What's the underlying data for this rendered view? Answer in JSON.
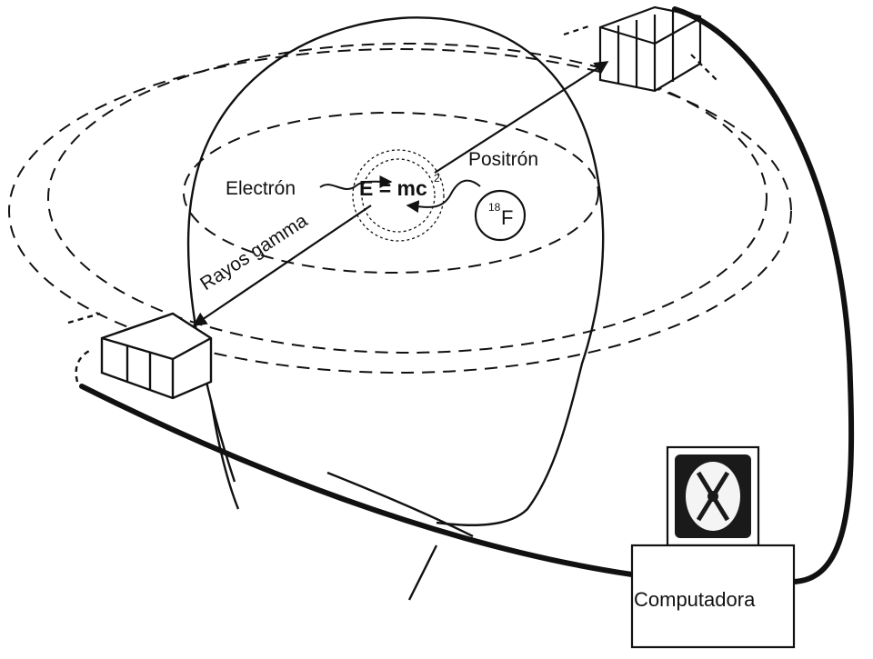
{
  "labels": {
    "electron": "Electrón",
    "positron": "Positrón",
    "equation": "E = mc",
    "equation_exponent": "2",
    "isotope_mass": "18",
    "isotope_symbol": "F",
    "gamma_rays": "Rayos gamma",
    "computer": "Computadora"
  },
  "colors": {
    "ink": "#111111",
    "paper": "#ffffff",
    "screen": "#1a1a1a"
  }
}
